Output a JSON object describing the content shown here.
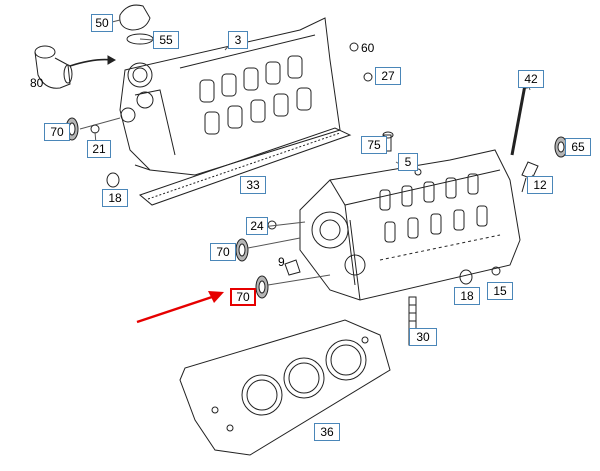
{
  "parts": {
    "p50": "50",
    "p55": "55",
    "p3": "3",
    "p60": "60",
    "p80": "80",
    "p27": "27",
    "p42": "42",
    "p70a": "70",
    "p21": "21",
    "p75": "75",
    "p65": "65",
    "p5": "5",
    "p12": "12",
    "p18a": "18",
    "p33": "33",
    "p24": "24",
    "p70b": "70",
    "p9": "9",
    "p18b": "18",
    "p15": "15",
    "p70c": "70",
    "p30": "30",
    "p36": "36"
  },
  "highlight": {
    "part": "70",
    "arrow_color": "#e60000",
    "box_color": "#e60000"
  },
  "label_border_color": "#4a86b8"
}
